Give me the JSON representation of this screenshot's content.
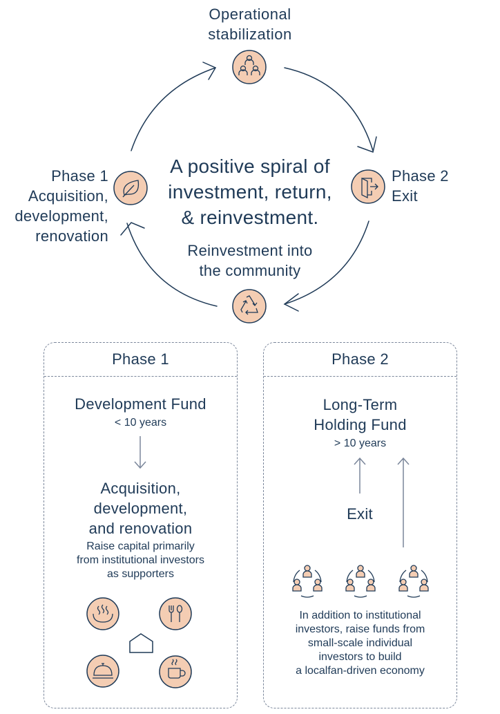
{
  "cycle": {
    "center_title": [
      "A positive spiral of",
      "investment, return,",
      "& reinvestment."
    ],
    "top_node": {
      "label": [
        "Operational",
        "stabilization"
      ],
      "icon": "people-group-icon"
    },
    "left_node": {
      "label": [
        "Phase 1",
        "Acquisition,",
        "development,",
        "renovation"
      ],
      "icon": "leaf-icon"
    },
    "right_node": {
      "label": [
        "Phase 2",
        "Exit"
      ],
      "icon": "exit-door-icon"
    },
    "bottom_node": {
      "label": [
        "Reinvestment into",
        "the community"
      ],
      "icon": "recycle-icon"
    }
  },
  "phase1_box": {
    "title": "Phase 1",
    "fund_name": "Development Fund",
    "duration": "< 10 years",
    "activity": [
      "Acquisition,",
      "development,",
      "and renovation"
    ],
    "description": [
      "Raise capital primarily",
      "from institutional investors",
      "as supporters"
    ],
    "icons": [
      "hot-spring-icon",
      "fork-spoon-icon",
      "house-icon",
      "cloche-icon",
      "coffee-cup-icon"
    ]
  },
  "phase2_box": {
    "title": "Phase 2",
    "fund_name": [
      "Long-Term",
      "Holding Fund"
    ],
    "duration": "> 10 years",
    "exit_label": "Exit",
    "description": [
      "In addition to institutional",
      "investors, raise funds from",
      "small-scale individual",
      "investors to build",
      "a localfan-driven economy"
    ],
    "icons": [
      "community-group-icon",
      "community-group-icon",
      "community-group-icon"
    ]
  },
  "colors": {
    "text": "#1f3a57",
    "accent_fill": "#f4cdb3",
    "line": "#1f3a57",
    "dash": "#7a869a",
    "arrow_grey": "#7a869a"
  }
}
